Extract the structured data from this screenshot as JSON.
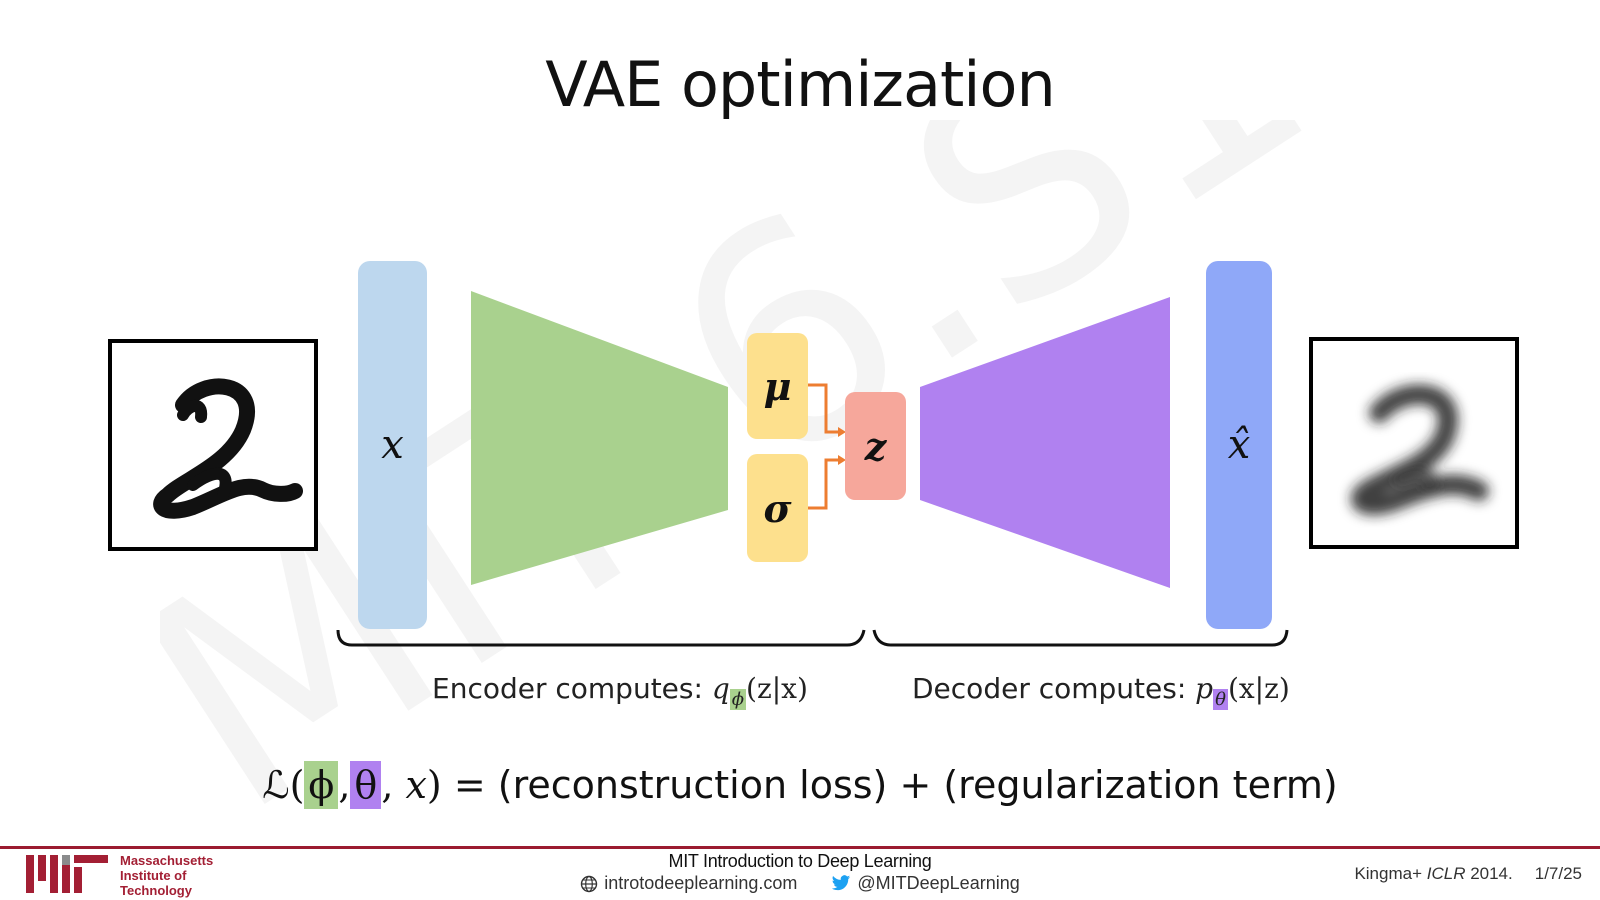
{
  "slide": {
    "title": "VAE optimization",
    "watermark": "MIT 6.S191"
  },
  "diagram": {
    "input_layer_label": "x",
    "output_layer_label": "x̂",
    "mu_label": "μ",
    "sigma_label": "σ",
    "z_label": "z",
    "colors": {
      "input_layer": "#bdd7ee",
      "encoder": "#a9d18e",
      "latent_params": "#fde08d",
      "latent_z": "#f6a79b",
      "decoder": "#b081f0",
      "output_layer": "#8fa8f8",
      "arrows": "#ed7d31"
    }
  },
  "labels": {
    "encoder_prefix": "Encoder computes: ",
    "encoder_q": "q",
    "encoder_sub": "ϕ",
    "encoder_args": "(z|x)",
    "decoder_prefix": "Decoder computes: ",
    "decoder_p": "p",
    "decoder_sub": "θ",
    "decoder_args": "(x|z)"
  },
  "loss": {
    "symbol": "ℒ(",
    "phi": "ϕ",
    "theta": "θ",
    "x": "x",
    "close": ")",
    "rhs": " = (reconstruction loss) + (regularization term)"
  },
  "footer": {
    "institution_lines": [
      "Massachusetts",
      "Institute of",
      "Technology"
    ],
    "course_title": "MIT Introduction to Deep Learning",
    "website": "introtodeeplearning.com",
    "twitter": "@MITDeepLearning",
    "citation_author": "Kingma+ ",
    "citation_venue": "ICLR",
    "citation_year": " 2014.",
    "date": "1/7/25",
    "icons": [
      "globe-icon",
      "twitter-bird-icon"
    ]
  }
}
